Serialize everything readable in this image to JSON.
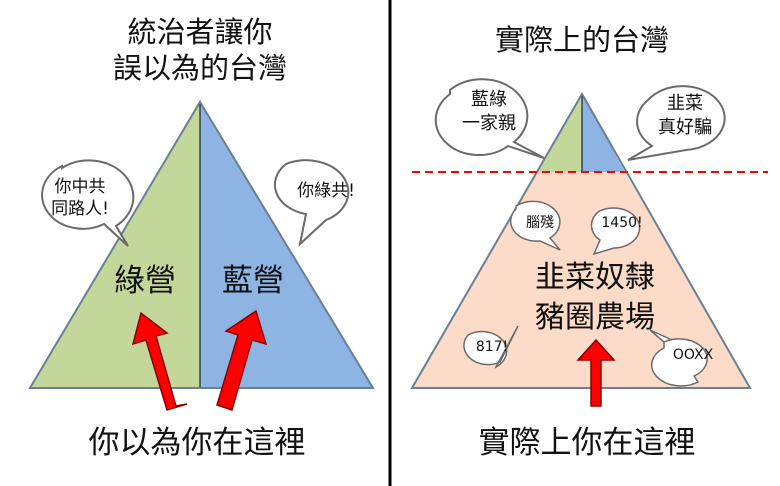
{
  "colors": {
    "green": "#c4d79b",
    "blue": "#8eb4e3",
    "peach": "#fcdcc8",
    "arrow_red": "#ff0000",
    "arrow_outline": "#8b0000",
    "divider": "#000000",
    "dashed_line": "#ff0000"
  },
  "left_panel": {
    "title": "統治者讓你\n誤以為的台灣",
    "green_label": "綠營",
    "blue_label": "藍營",
    "bubble_left": "你中共\n同路人!",
    "bubble_right": "你綠共!",
    "caption": "你以為你在這裡"
  },
  "right_panel": {
    "title": "實際上的台灣",
    "bubble_green": "藍綠\n一家親",
    "bubble_blue": "韭菜\n真好騙",
    "bottom_label": "韭菜奴隸\n豬圈農場",
    "bubbles_small": [
      "腦殘",
      "1450!",
      "817!",
      "OOXX"
    ],
    "caption": "實際上你在這裡"
  }
}
